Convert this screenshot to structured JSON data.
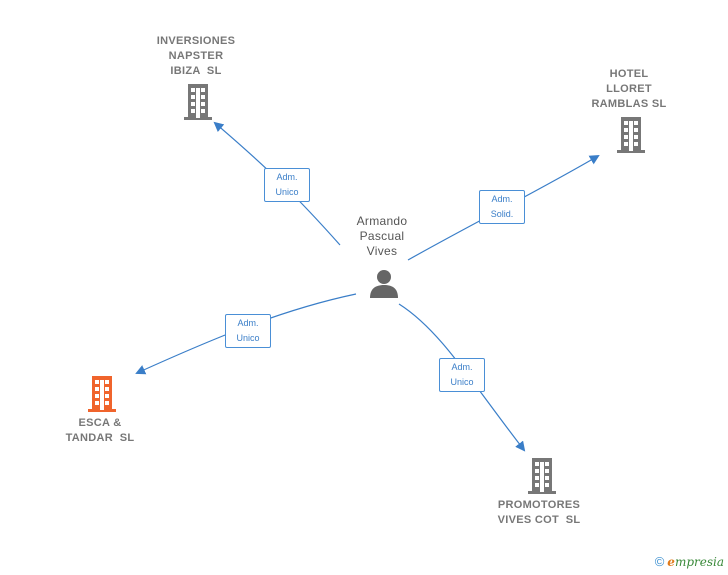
{
  "center": {
    "name_lines": [
      "Armando",
      "Pascual",
      "Vives"
    ],
    "icon": "person-icon"
  },
  "companies": [
    {
      "id": "inversiones",
      "name_lines": [
        "INVERSIONES",
        "NAPSTER",
        "IBIZA  SL"
      ],
      "icon": "building-icon",
      "color": "#777777"
    },
    {
      "id": "hotel",
      "name_lines": [
        "HOTEL",
        "LLORET",
        "RAMBLAS SL"
      ],
      "icon": "building-icon",
      "color": "#777777"
    },
    {
      "id": "esca",
      "name_lines": [
        "ESCA &",
        "TANDAR  SL"
      ],
      "icon": "building-icon",
      "color": "#f0642c"
    },
    {
      "id": "promotores",
      "name_lines": [
        "PROMOTORES",
        "VIVES COT  SL"
      ],
      "icon": "building-icon",
      "color": "#777777"
    }
  ],
  "relations": [
    {
      "to": "inversiones",
      "label_lines": [
        "Adm.",
        "Unico"
      ]
    },
    {
      "to": "hotel",
      "label_lines": [
        "Adm.",
        "Solid."
      ]
    },
    {
      "to": "esca",
      "label_lines": [
        "Adm.",
        "Unico"
      ]
    },
    {
      "to": "promotores",
      "label_lines": [
        "Adm.",
        "Unico"
      ]
    }
  ],
  "colors": {
    "edge": "#3a7ec8",
    "building": "#777777",
    "highlight": "#f0642c",
    "person": "#666666"
  },
  "footer": {
    "copyright": "©",
    "brand_initial": "e",
    "brand_rest": "mpresia"
  }
}
